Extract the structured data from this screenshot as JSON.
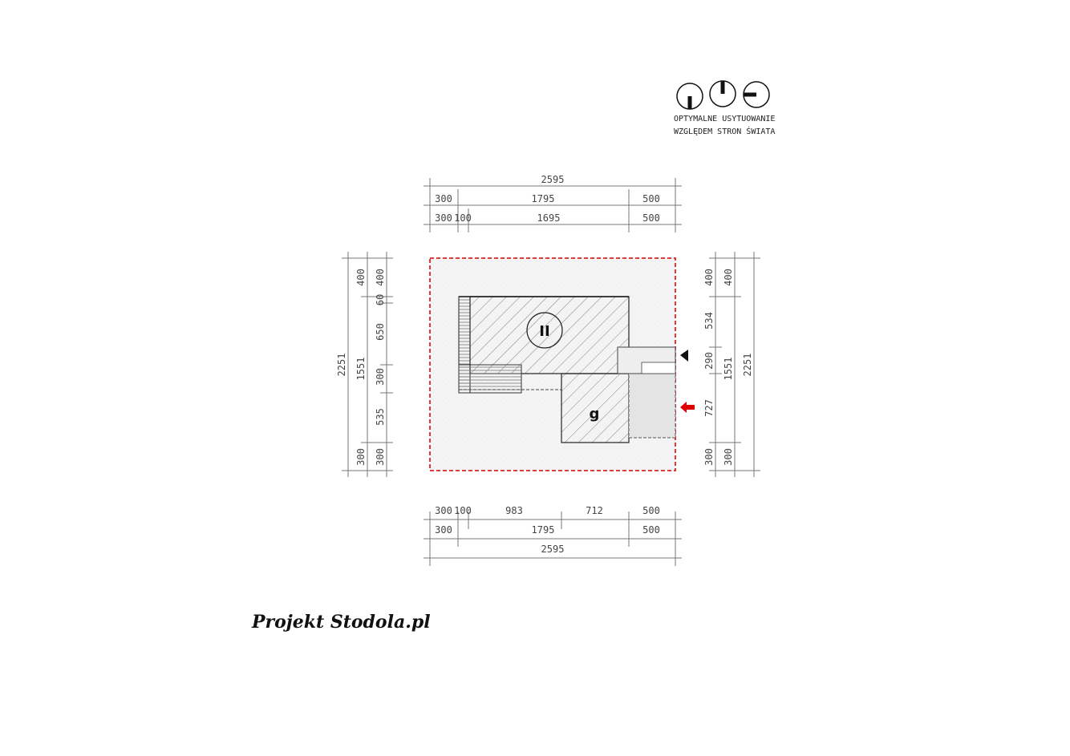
{
  "orientation": {
    "line1": "OPTYMALNE USYTUOWANIE",
    "line2": "WZGLĘDEM STRON ŚWIATA",
    "icons": [
      "compass-south-icon",
      "compass-north-icon",
      "compass-west-icon"
    ]
  },
  "plan": {
    "house_mark": "II",
    "garage_mark": "g"
  },
  "top_dims": {
    "overall": "2595",
    "row1": [
      "300",
      "1795",
      "500"
    ],
    "row2": [
      "300",
      "100",
      "1695",
      "500"
    ]
  },
  "bottom_dims": {
    "row1": [
      "300",
      "100",
      "983",
      "712",
      "500"
    ],
    "row2": [
      "300",
      "1795",
      "500"
    ],
    "overall": "2595"
  },
  "left_dims": {
    "overall": "2251",
    "mid": "1551",
    "outer_col": [
      "400",
      "300"
    ],
    "inner_col": [
      "400",
      "60",
      "650",
      "300",
      "535",
      "300"
    ]
  },
  "right_dims": {
    "overall": "2251",
    "mid": "1551",
    "outer_col": [
      "400",
      "534",
      "290",
      "727",
      "300"
    ],
    "inner_col": [
      "400",
      "300"
    ]
  },
  "colors": {
    "plot_border": "#dd2222",
    "entry_arrow": "#dd0000",
    "plot_fill": "#f2f2f2"
  },
  "logo": "Projekt Stodola.pl"
}
